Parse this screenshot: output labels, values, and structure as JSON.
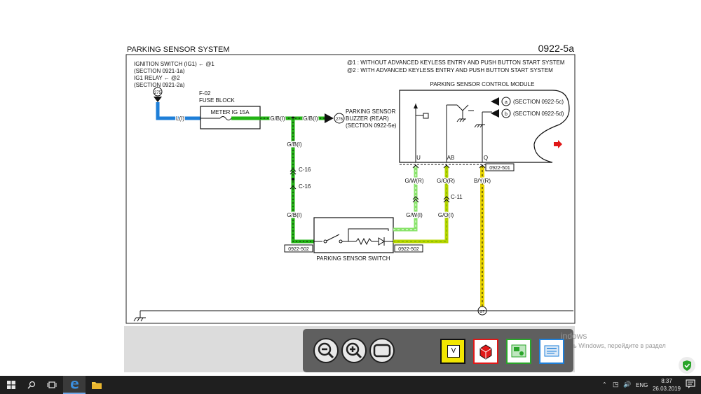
{
  "diagram": {
    "title": "PARKING SENSOR SYSTEM",
    "code": "0922-5a",
    "notes": {
      "n1": "@1 : WITHOUT ADVANCED KEYLESS ENTRY AND PUSH BUTTON START SYSTEM",
      "n2": "@2 : WITH ADVANCED KEYLESS ENTRY AND PUSH BUTTON START SYSTEM"
    },
    "source": {
      "line1": "IGNITION SWITCH (IG1) ← @1",
      "line2": "(SECTION 0921-1a)",
      "line3": "IG1 RELAY ← @2",
      "line4": "(SECTION 0921-2a)",
      "node": "275"
    },
    "fuse": {
      "id": "F-02",
      "name": "FUSE BLOCK",
      "label": "METER IG 15A"
    },
    "wires": {
      "l_i": "L(I)",
      "gb_i_1": "G/B(I)",
      "gb_i_2": "G/B(I)",
      "gb_i_3": "G/B(I)",
      "gb_i_4": "G/B(I)",
      "gw_r": "G/W(R)",
      "go_r": "G/O(R)",
      "by_r": "B/Y(R)",
      "gw_i": "G/W(I)",
      "go_i": "G/O(I)"
    },
    "connectors": {
      "c16a": "C-16",
      "c16b": "C-16",
      "c11": "C-11"
    },
    "buzzer": {
      "node": "276",
      "line1": "PARKING SENSOR",
      "line2": "BUZZER (REAR)",
      "line3": "(SECTION 0922-5e)"
    },
    "module": {
      "title": "PARKING SENSOR CONTROL MODULE",
      "pin_u": "U",
      "pin_ab": "AB",
      "pin_q": "Q",
      "connector": "0922-501",
      "ref_a": "a",
      "ref_a_text": "(SECTION 0922-5c)",
      "ref_b": "b",
      "ref_b_text": "(SECTION 0922-5d)"
    },
    "switch": {
      "name": "PARKING SENSOR SWITCH",
      "conn_left": "0922-502",
      "conn_right": "0922-502"
    },
    "ground": {
      "node": "GT"
    }
  },
  "toolbar": {
    "zoom_out": "zoom-out-icon",
    "zoom_in": "zoom-in-icon",
    "fit": "fit-window-icon",
    "voltage_label": "V"
  },
  "watermark": {
    "line1": "indows",
    "line2": "ь Windows, перейдите в раздел"
  },
  "taskbar": {
    "lang": "ENG",
    "time": "8:37",
    "date": "26.03.2019"
  },
  "colors": {
    "green": "#22b314",
    "blue": "#1e7fd8",
    "yellow": "#d6c400",
    "light_green": "#88e36a",
    "arrow_red": "#e01818"
  }
}
